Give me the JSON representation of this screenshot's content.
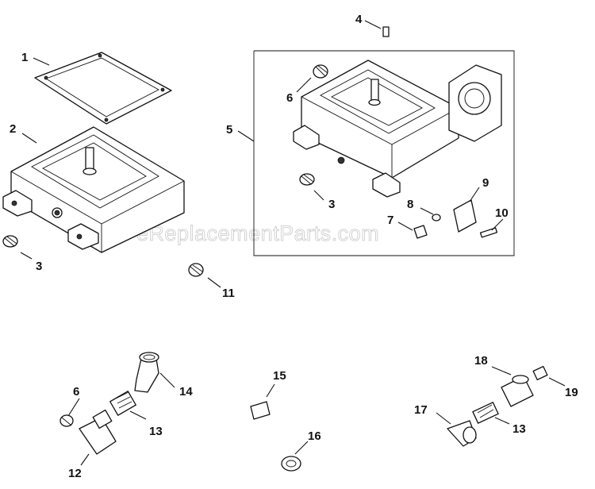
{
  "watermark": "eReplacementParts.com",
  "callouts": {
    "c1": "1",
    "c2": "2",
    "c3a": "3",
    "c3b": "3",
    "c4": "4",
    "c5": "5",
    "c6a": "6",
    "c6b": "6",
    "c7": "7",
    "c8": "8",
    "c9": "9",
    "c10": "10",
    "c11": "11",
    "c12": "12",
    "c13a": "13",
    "c13b": "13",
    "c14": "14",
    "c15": "15",
    "c16": "16",
    "c17": "17",
    "c18": "18",
    "c19": "19"
  }
}
